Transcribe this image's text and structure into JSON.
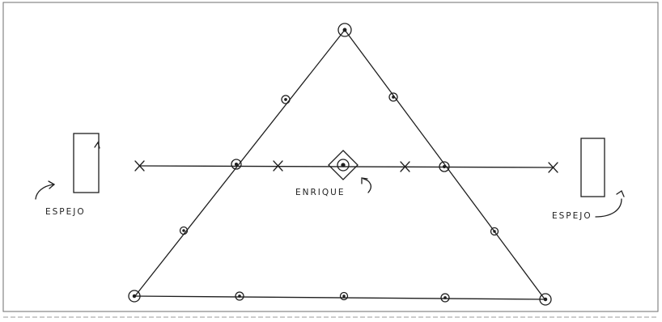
{
  "labels": {
    "mirror_left": "ESPEJO",
    "mirror_right": "ESPEJO",
    "center": "ENRIQUE"
  },
  "colors": {
    "ink": "#1e1e1e",
    "paper": "#ffffff",
    "frame": "#6e6e6e"
  }
}
